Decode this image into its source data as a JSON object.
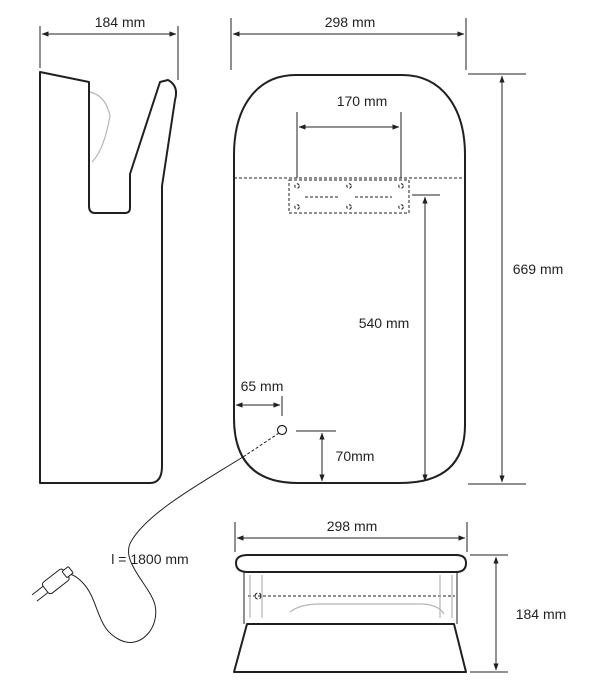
{
  "dimensions": {
    "side_width": "184 mm",
    "front_width": "298 mm",
    "total_height": "669 mm",
    "bracket_width": "170 mm",
    "bracket_height": "540 mm",
    "cable_offset_side": "65 mm",
    "cable_offset_bottom": "70mm",
    "cable_length": "l = 1800 mm",
    "top_width": "298 mm",
    "top_depth": "184 mm"
  }
}
